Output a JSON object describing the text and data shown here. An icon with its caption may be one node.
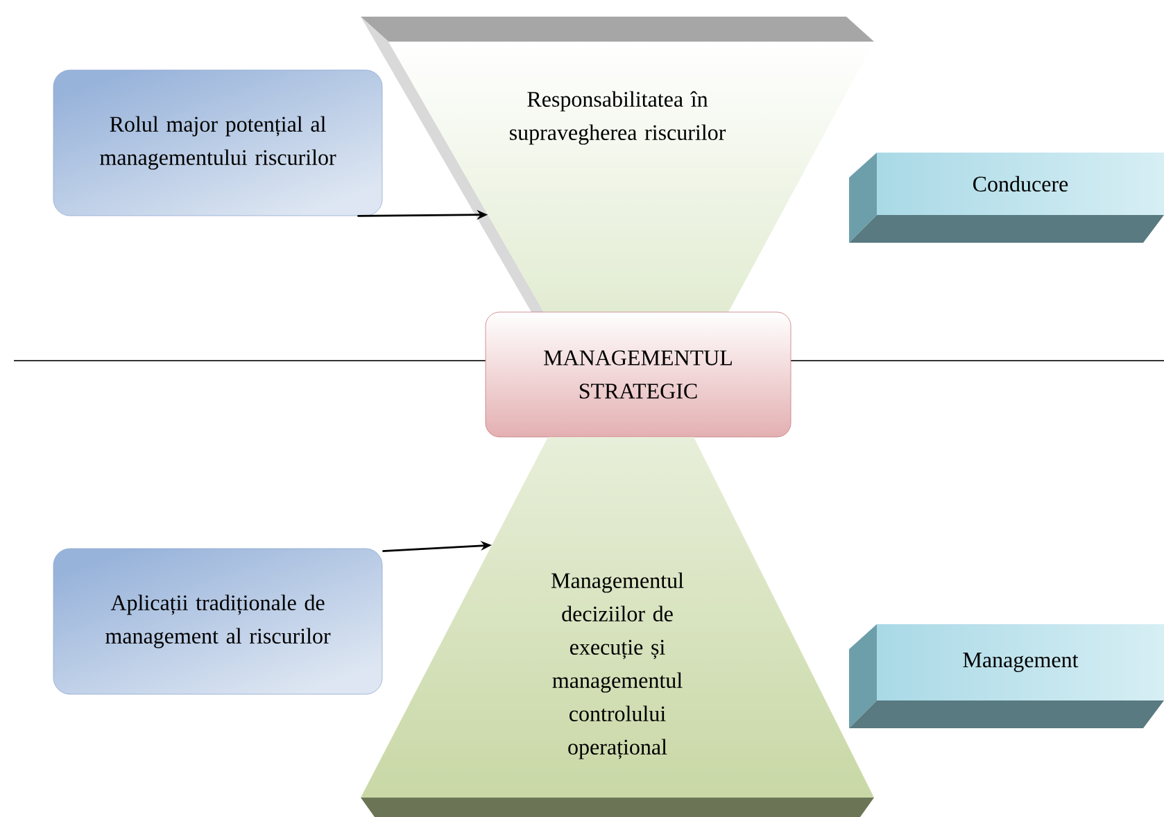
{
  "diagram": {
    "nodes": [
      {
        "text": [
          "Rolul major potențial al managementului riscurilor"
        ]
      },
      {
        "text": [
          "Responsabilitatea în supravegherea riscurilor"
        ]
      },
      {
        "text": [
          "Conducere"
        ]
      },
      {
        "text": [
          "MANAGEMENTUL STRATEGIC"
        ]
      },
      {
        "text": [
          "Aplicații tradiționale de management al riscurilor"
        ]
      },
      {
        "text": [
          "Managementul deciziilor de execuție și managementul controlului operațional"
        ]
      },
      {
        "text": [
          "Management"
        ]
      }
    ],
    "edges": [
      {
        "from": 0,
        "to": 1,
        "arrow": "to"
      },
      {
        "from": 4,
        "to": 5,
        "arrow": "to"
      }
    ]
  }
}
